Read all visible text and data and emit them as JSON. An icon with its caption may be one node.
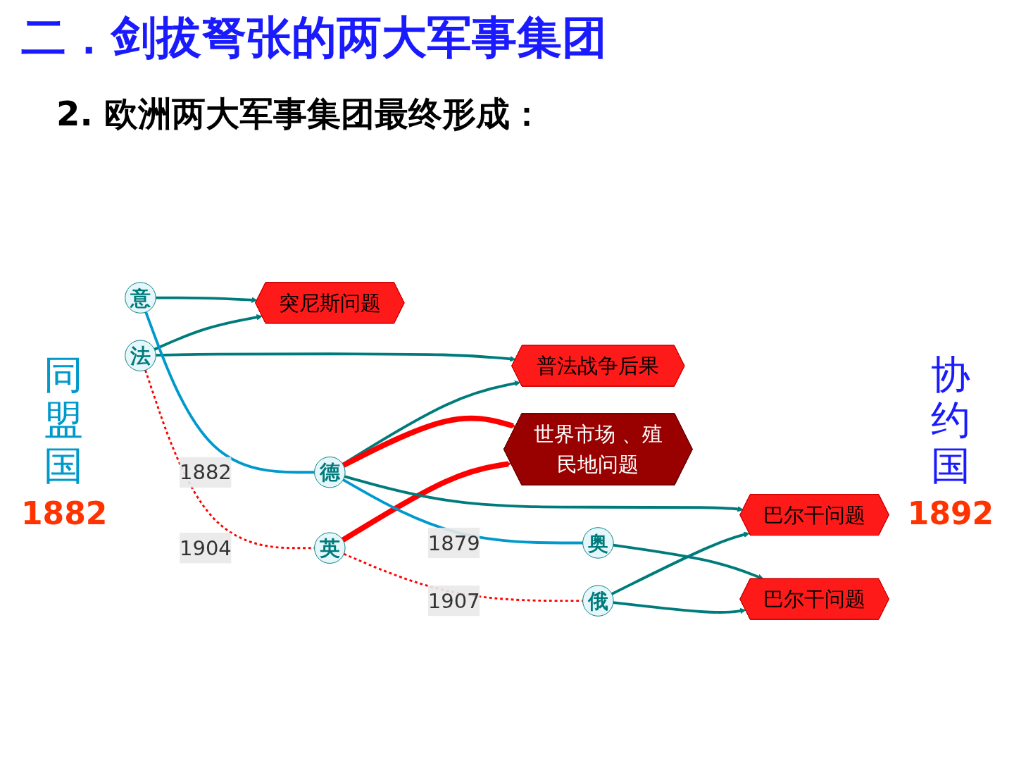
{
  "diagram": {
    "title": "二．剑拔弩张的两大军事集团",
    "nodes": [
      {
        "text": [
          "意"
        ]
      },
      {
        "text": [
          "突尼斯问题"
        ]
      },
      {
        "text": [
          "法"
        ]
      },
      {
        "text": [
          "普法战争后果"
        ]
      },
      {
        "text": [
          "德"
        ]
      },
      {
        "text": [
          "世界市场 、殖民地问题"
        ]
      },
      {
        "text": [
          "英"
        ]
      },
      {
        "text": [
          "巴尔干问题"
        ]
      },
      {
        "text": [
          "奥"
        ]
      },
      {
        "text": [
          "巴尔干问题"
        ]
      },
      {
        "text": [
          "俄"
        ]
      }
    ],
    "edges": [
      {
        "from": 0,
        "to": 1,
        "arrow": "to"
      },
      {
        "from": 2,
        "to": 1,
        "arrow": "to"
      },
      {
        "from": 2,
        "to": 3,
        "arrow": "to"
      },
      {
        "from": 4,
        "to": 3,
        "arrow": "to"
      },
      {
        "from": 4,
        "to": 5,
        "arrow": "to",
        "style": "thick",
        "color": "#ff0000"
      },
      {
        "from": 6,
        "to": 5,
        "arrow": "to",
        "style": "thick",
        "color": "#ff0000"
      },
      {
        "from": 4,
        "to": 7,
        "arrow": "to"
      },
      {
        "from": 10,
        "to": 7,
        "arrow": "to"
      },
      {
        "from": 8,
        "to": 9,
        "arrow": "to"
      },
      {
        "from": 10,
        "to": 9,
        "arrow": "to"
      },
      {
        "from": 0,
        "to": 4,
        "arrow": "none",
        "label": "1882",
        "color": "#0099cc"
      },
      {
        "from": 4,
        "to": 8,
        "arrow": "none",
        "label": "1879",
        "color": "#0099cc"
      },
      {
        "from": 2,
        "to": 6,
        "arrow": "none",
        "label": "1904",
        "style": "dashed",
        "color": "#ff0000"
      },
      {
        "from": 6,
        "to": 10,
        "arrow": "none",
        "label": "1907",
        "style": "dashed",
        "color": "#ff0000"
      }
    ],
    "labels": [
      "2. 欧洲两大军事集团最终形成：",
      "同盟国",
      "1882",
      "协约国",
      "1892"
    ]
  }
}
